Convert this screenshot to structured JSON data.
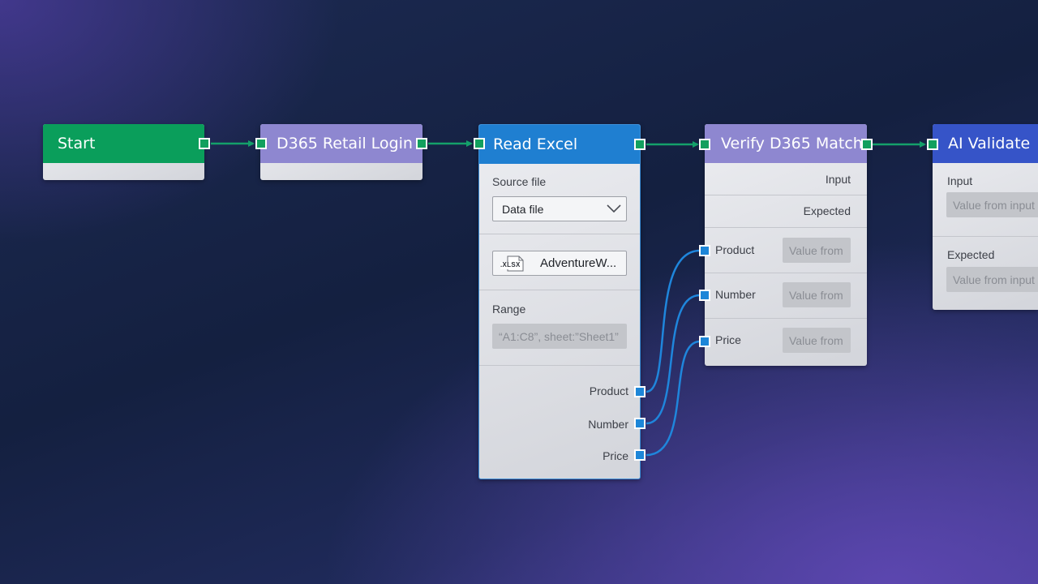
{
  "nodes": {
    "start": {
      "title": "Start"
    },
    "login": {
      "title": "D365 Retail Login"
    },
    "read_excel": {
      "title": "Read Excel",
      "source_label": "Source file",
      "source_value": "Data file",
      "file_badge": ".XLSX",
      "file_name": "AdventureW...",
      "range_label": "Range",
      "range_value": "“A1:C8”, sheet:”Sheet1”",
      "outputs": [
        "Product",
        "Number",
        "Price"
      ]
    },
    "verify": {
      "title": "Verify D365 Match...",
      "input_label": "Input",
      "expected_label": "Expected",
      "inputs": [
        {
          "label": "Product",
          "placeholder": "Value from"
        },
        {
          "label": "Number",
          "placeholder": "Value from"
        },
        {
          "label": "Price",
          "placeholder": "Value from"
        }
      ]
    },
    "ai_validate": {
      "title": "AI Validate",
      "input_label": "Input",
      "input_placeholder": "Value from input",
      "expected_label": "Expected",
      "expected_placeholder": "Value from input"
    }
  },
  "colors": {
    "start_header": "#0a9e5b",
    "login_header": "#8e87d0",
    "read_excel_header": "#1f7fd1",
    "verify_header": "#8e87d0",
    "ai_validate_header": "#3654c8",
    "flow_wire": "#14a06a",
    "data_wire": "#1f86dc"
  },
  "icons": {
    "dropdown": "chevron-down-icon",
    "file": "xlsx-file-icon"
  }
}
